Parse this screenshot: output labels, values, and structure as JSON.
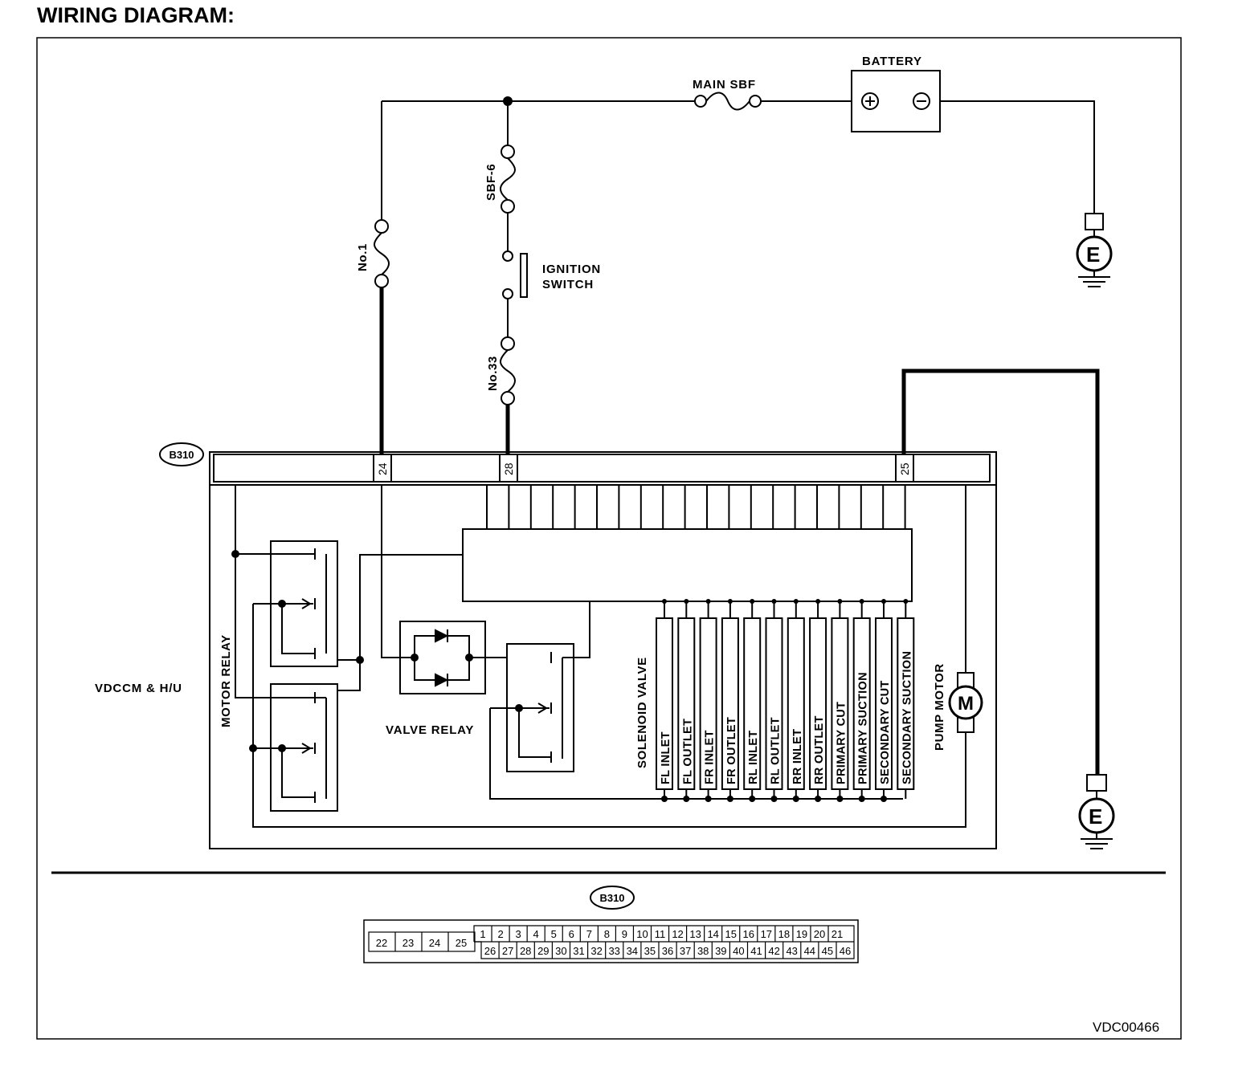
{
  "heading": "WIRING DIAGRAM:",
  "labels": {
    "main_sbf": "MAIN SBF",
    "battery": "BATTERY",
    "sbf6": "SBF-6",
    "no1": "No.1",
    "no33": "No.33",
    "ignition1": "IGNITION",
    "ignition2": "SWITCH",
    "connector": "B310",
    "pin24": "24",
    "pin28": "28",
    "pin25": "25",
    "vdccm": "VDCCM & H/U",
    "motor_relay": "MOTOR RELAY",
    "valve_relay": "VALVE RELAY",
    "solenoid_valve": "SOLENOID VALVE",
    "pump_motor": "PUMP MOTOR",
    "motor_symbol": "M",
    "ground": "E",
    "code": "VDC00466"
  },
  "solenoids": [
    "FL INLET",
    "FL OUTLET",
    "FR INLET",
    "FR OUTLET",
    "RL INLET",
    "RL OUTLET",
    "RR INLET",
    "RR OUTLET",
    "PRIMARY CUT",
    "PRIMARY SUCTION",
    "SECONDARY CUT",
    "SECONDARY SUCTION"
  ],
  "connector_view": {
    "name": "B310",
    "big_pins": [
      "22",
      "23",
      "24",
      "25"
    ],
    "top_row": [
      "1",
      "2",
      "3",
      "4",
      "5",
      "6",
      "7",
      "8",
      "9",
      "10",
      "11",
      "12",
      "13",
      "14",
      "15",
      "16",
      "17",
      "18",
      "19",
      "20",
      "21"
    ],
    "bottom_row": [
      "26",
      "27",
      "28",
      "29",
      "30",
      "31",
      "32",
      "33",
      "34",
      "35",
      "36",
      "37",
      "38",
      "39",
      "40",
      "41",
      "42",
      "43",
      "44",
      "45",
      "46"
    ]
  }
}
